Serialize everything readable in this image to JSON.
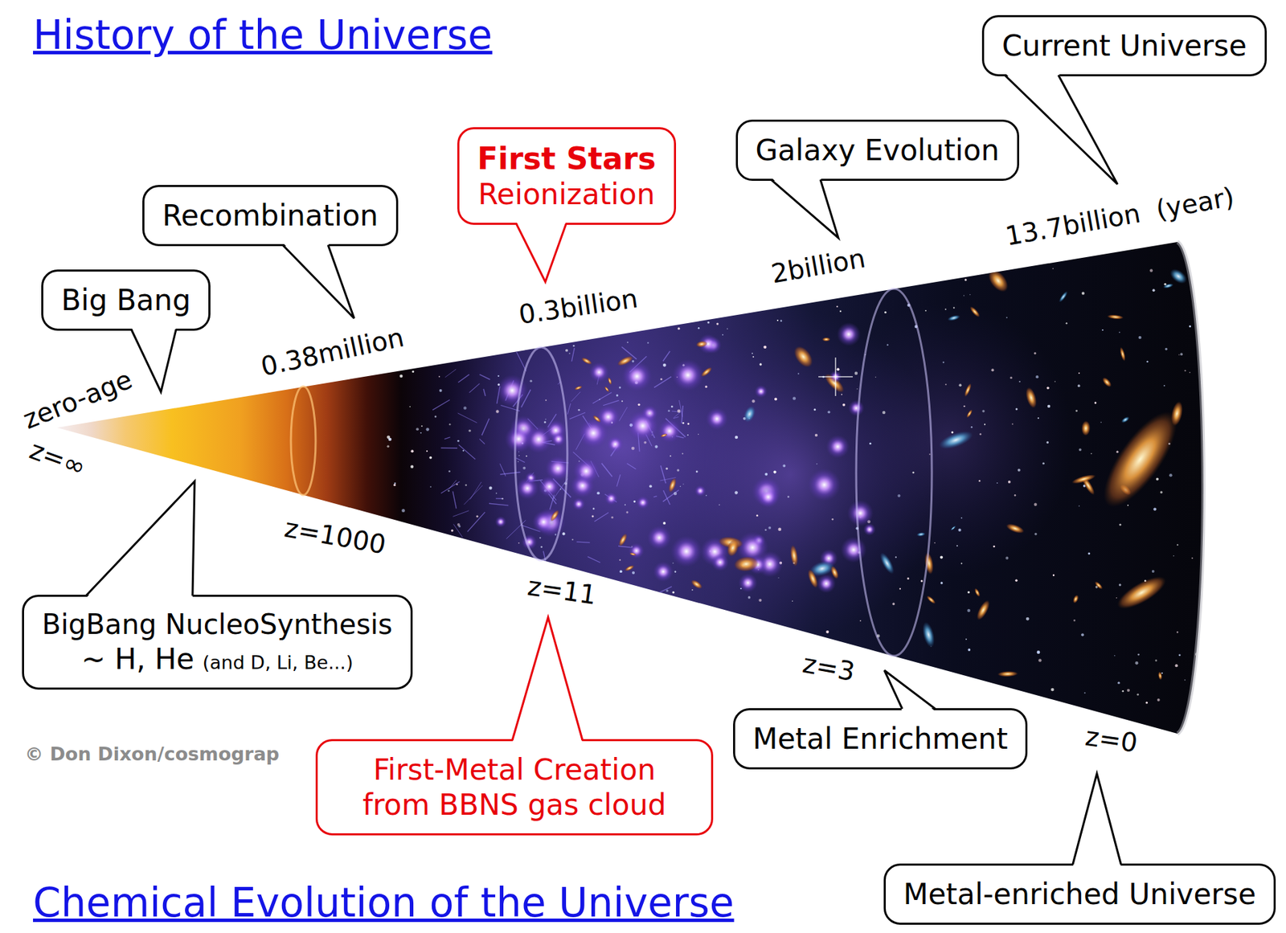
{
  "diagram": {
    "title": "History of the Universe",
    "caption": "Chemical Evolution of the Universe",
    "nodes": [
      {
        "text": [
          "Big Bang"
        ]
      },
      {
        "text": [
          "Recombination"
        ]
      },
      {
        "text": [
          "First Stars",
          "Reionization"
        ]
      },
      {
        "text": [
          "Galaxy Evolution"
        ]
      },
      {
        "text": [
          "Current Universe"
        ]
      },
      {
        "text": [
          "BigBang NucleoSynthesis",
          "~ H, He",
          "(and D, Li, Be...)"
        ]
      },
      {
        "text": [
          "First-Metal Creation from BBNS gas cloud"
        ]
      },
      {
        "text": [
          "Metal Enrichment"
        ]
      },
      {
        "text": [
          "Metal-enriched Universe"
        ]
      }
    ],
    "labels": [
      "zero-age",
      "z=∞",
      "0.38million",
      "z=1000",
      "0.3billion",
      "z=11",
      "2billion",
      "z=3",
      "13.7billion  (year)",
      "z=0",
      "© Don Dixon/cosmograp"
    ]
  }
}
